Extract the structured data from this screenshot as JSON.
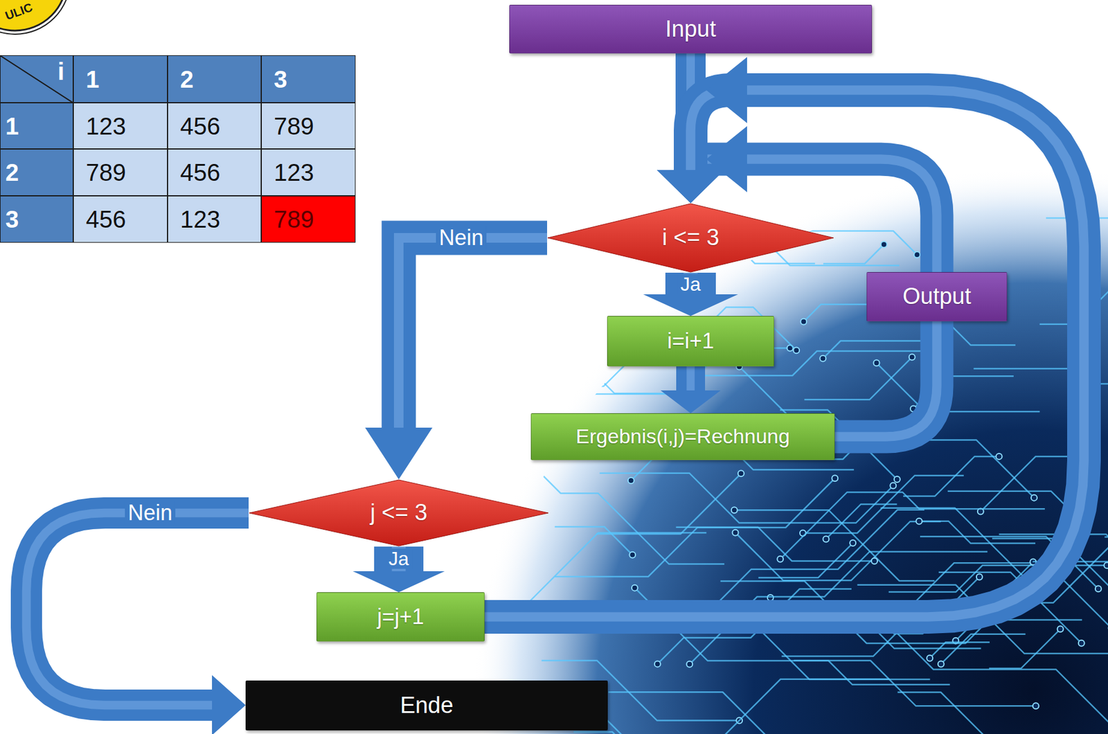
{
  "diagram": {
    "nodes": [
      {
        "text": [
          "Input"
        ]
      },
      {
        "text": [
          "i <= 3"
        ]
      },
      {
        "text": [
          "i=i+1"
        ]
      },
      {
        "text": [
          "Ergebnis(i,j)=Rechnung"
        ]
      },
      {
        "text": [
          "Output"
        ]
      },
      {
        "text": [
          "j <= 3"
        ]
      },
      {
        "text": [
          "j=j+1"
        ]
      },
      {
        "text": [
          "Ende"
        ]
      }
    ],
    "edges": [
      {
        "from": 0,
        "to": 1,
        "arrow": "to"
      },
      {
        "from": 1,
        "to": 2,
        "label": "Ja",
        "arrow": "to"
      },
      {
        "from": 2,
        "to": 3,
        "arrow": "to"
      },
      {
        "from": 3,
        "to": 4,
        "arrow": "none"
      },
      {
        "from": 4,
        "to": 1,
        "arrow": "to"
      },
      {
        "from": 1,
        "to": 5,
        "label": "Nein",
        "arrow": "to"
      },
      {
        "from": 5,
        "to": 6,
        "label": "Ja",
        "arrow": "to"
      },
      {
        "from": 6,
        "to": 1,
        "arrow": "to"
      },
      {
        "from": 5,
        "to": 7,
        "label": "Nein",
        "arrow": "to"
      }
    ],
    "labels": [
      "ULIC",
      "i",
      "1",
      "2",
      "3",
      "1",
      "123",
      "456",
      "789",
      "2",
      "789",
      "456",
      "123",
      "3",
      "456",
      "123",
      "789"
    ]
  }
}
